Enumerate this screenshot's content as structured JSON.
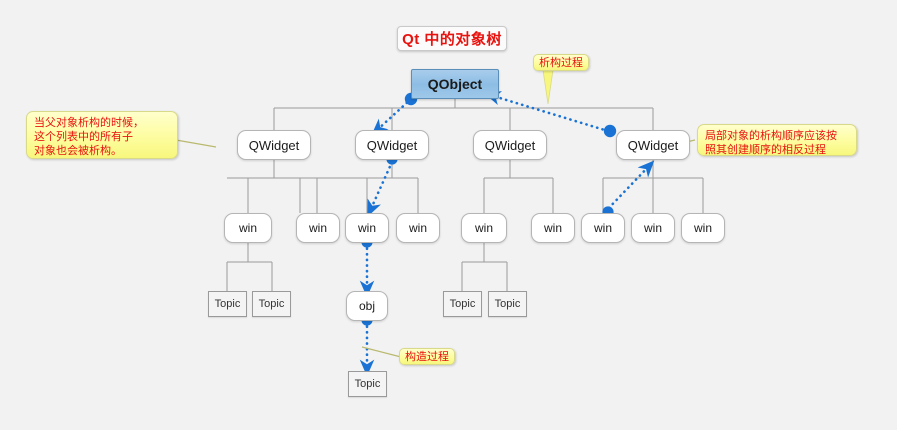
{
  "diagram": {
    "title": "Qt 中的对象树",
    "background_color": "#f2f2f2",
    "accent_color": "#1a73d4",
    "title_color": "#e8130f",
    "note_color": "#ffffcc"
  },
  "root": {
    "label": "QObject"
  },
  "widgets": [
    {
      "label": "QWidget"
    },
    {
      "label": "QWidget"
    },
    {
      "label": "QWidget"
    },
    {
      "label": "QWidget"
    }
  ],
  "wins": [
    {
      "label": "win"
    },
    {
      "label": "win"
    },
    {
      "label": "win"
    },
    {
      "label": "win"
    },
    {
      "label": "win"
    },
    {
      "label": "win"
    },
    {
      "label": "win"
    },
    {
      "label": "win"
    },
    {
      "label": "win"
    }
  ],
  "topics": [
    {
      "label": "Topic"
    },
    {
      "label": "Topic"
    },
    {
      "label": "Topic"
    },
    {
      "label": "Topic"
    },
    {
      "label": "Topic"
    }
  ],
  "obj": {
    "label": "obj"
  },
  "notes": {
    "left": "当父对象析构的时候，\n这个列表中的所有子\n对象也会被析构。",
    "right": "局部对象的析构顺序应该按\n照其创建顺序的相反过程",
    "destruct": "析构过程",
    "construct": "构造过程"
  }
}
